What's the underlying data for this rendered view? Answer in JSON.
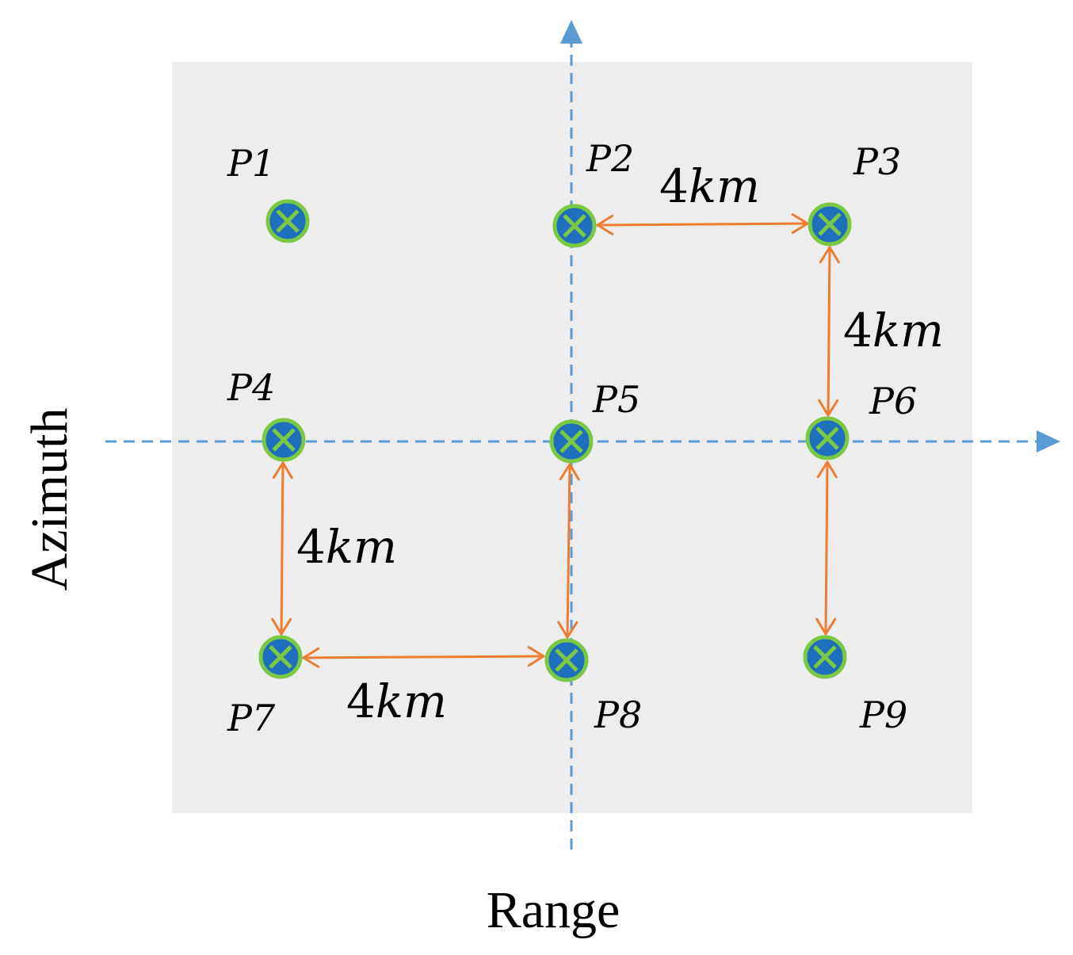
{
  "axes": {
    "horizontal_label": "Range",
    "vertical_label": "Azimuth"
  },
  "points": [
    {
      "id": "P1"
    },
    {
      "id": "P2"
    },
    {
      "id": "P3"
    },
    {
      "id": "P4"
    },
    {
      "id": "P5"
    },
    {
      "id": "P6"
    },
    {
      "id": "P7"
    },
    {
      "id": "P8"
    },
    {
      "id": "P9"
    }
  ],
  "spacing": {
    "value": "4",
    "unit": "km"
  },
  "colors": {
    "scene_background": "#ededed",
    "axis": "#5b9bd5",
    "arrow": "#ed7d31",
    "marker_fill": "#1f6fbf",
    "marker_ring": "#7ac943"
  }
}
